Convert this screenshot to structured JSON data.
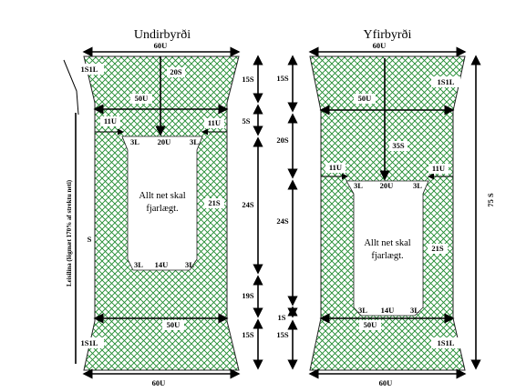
{
  "left_piece": {
    "title": "Undirbyrði",
    "top_width": "60U",
    "corner_top": "1S1L",
    "upper_height": "20S",
    "waist_width": "50U",
    "shoulder_left": "11U",
    "shoulder_right": "11U",
    "hole_left": "3L",
    "hole_top": "20U",
    "hole_right": "3L",
    "hole_note_line1": "Allt net skal",
    "hole_note_line2": "fjarlægt.",
    "side_height": "21S",
    "hole_bottom_left": "3L",
    "hole_bottom": "14U",
    "hole_bottom_right": "3L",
    "lower_width": "50U",
    "corner_bottom": "1S1L",
    "bottom_width": "60U",
    "dim_upper": "15S",
    "dim_mid": "5S",
    "dim_hole": "24S",
    "dim_after": "19S",
    "dim_lower": "15S",
    "left_side_label": "Leisilína (lögmæt 170% af strektu neti)",
    "left_side_s": "S"
  },
  "right_piece": {
    "title": "Yfirbyrði",
    "top_width": "60U",
    "corner_top": "1S1L",
    "waist_width": "50U",
    "upper_height": "35S",
    "shoulder_left": "11U",
    "shoulder_right": "11U",
    "hole_left": "3L",
    "hole_top": "20U",
    "hole_right": "3L",
    "hole_note_line1": "Allt net skal",
    "hole_note_line2": "fjarlægt.",
    "side_height": "21S",
    "hole_bottom_left": "3L",
    "hole_bottom": "14U",
    "hole_bottom_right": "3L",
    "lower_width": "50U",
    "corner_bottom": "1S1L",
    "bottom_width": "60U",
    "dim_upper": "15S",
    "dim_mid": "20S",
    "dim_hole": "24S",
    "dim_after": "1S",
    "dim_lower": "15S",
    "total_height": "75 S"
  },
  "colors": {
    "mesh": "#1e8a2e",
    "background": "#ffffff",
    "outline": "#222222"
  }
}
